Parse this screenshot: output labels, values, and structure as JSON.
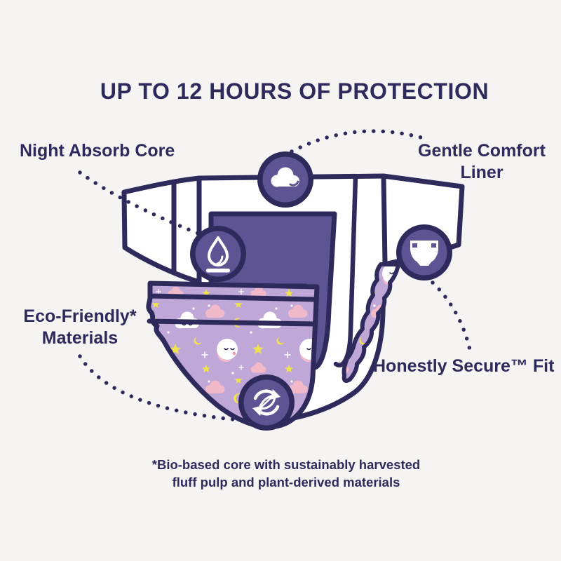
{
  "title": "UP TO 12 HOURS OF PROTECTION",
  "callouts": {
    "night_absorb_core": "Night Absorb Core",
    "gentle_comfort_line1": "Gentle Comfort",
    "gentle_comfort_line2": "Liner",
    "eco_friendly_line1": "Eco-Friendly*",
    "eco_friendly_line2": "Materials",
    "honestly_secure_fit": "Honestly Secure™ Fit"
  },
  "footnote": {
    "line1": "*Bio-based core with sustainably harvested",
    "line2": "fluff pulp and plant-derived materials"
  },
  "icons": {
    "badge_top": "cloud-icon",
    "badge_left": "water-drop-icon",
    "badge_right": "diaper-icon",
    "badge_bottom": "recycle-leaf-icon"
  },
  "colors": {
    "background": "#f5f4f2",
    "navy": "#2e2a5c",
    "purple": "#5e5494",
    "lavender": "#bfa7d8",
    "pink": "#f2bac8",
    "deep_pink": "#f09db4",
    "yellow": "#f0e14f",
    "white": "#ffffff"
  }
}
